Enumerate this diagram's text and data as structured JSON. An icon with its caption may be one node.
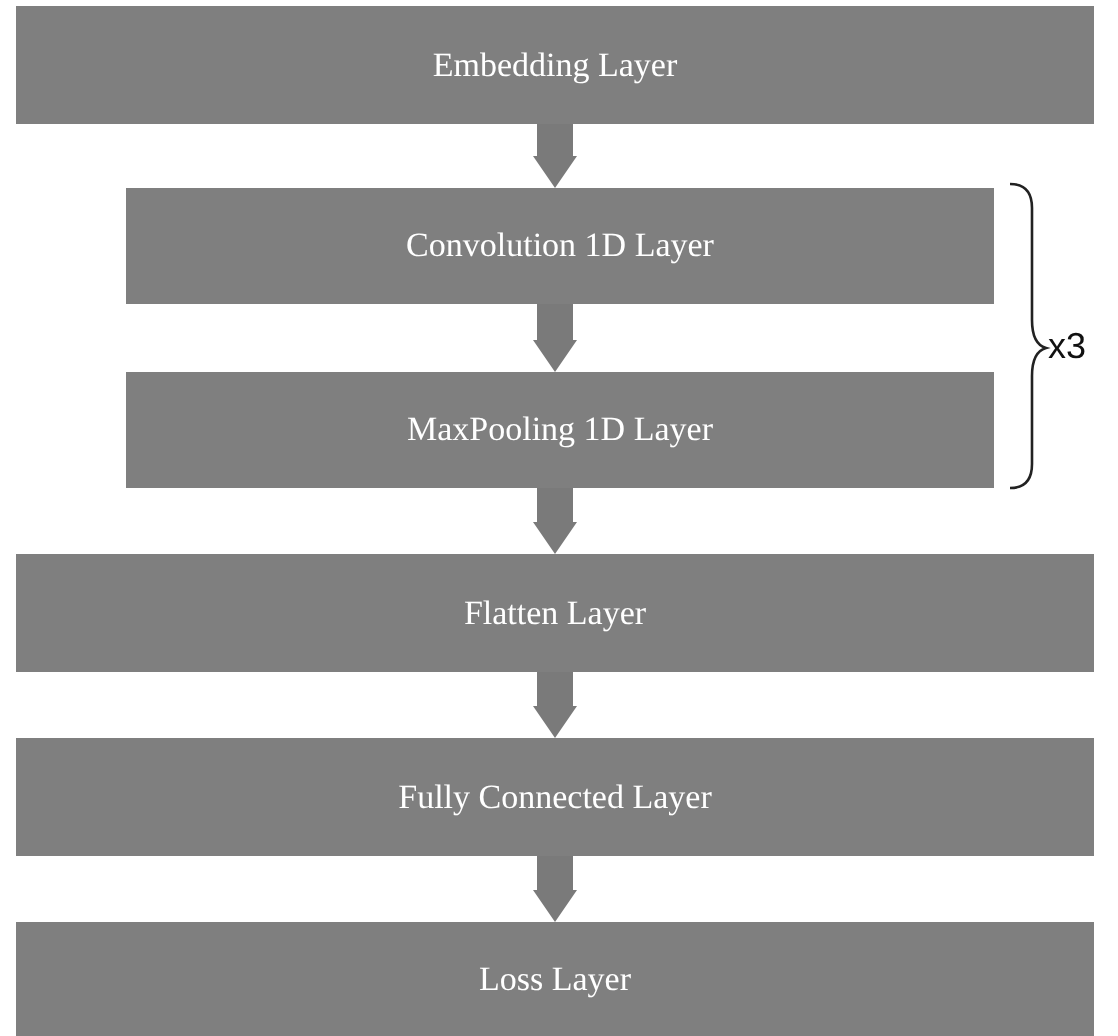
{
  "diagram": {
    "nodes": [
      {
        "text": [
          "Embedding Layer"
        ]
      },
      {
        "text": [
          "Convolution 1D Layer"
        ]
      },
      {
        "text": [
          "MaxPooling 1D Layer"
        ]
      },
      {
        "text": [
          "Flatten Layer"
        ]
      },
      {
        "text": [
          "Fully Connected Layer"
        ]
      },
      {
        "text": [
          "Loss Layer"
        ]
      }
    ],
    "edges": [
      {
        "from": 0,
        "to": 1,
        "arrow": "to"
      },
      {
        "from": 1,
        "to": 2,
        "arrow": "to"
      },
      {
        "from": 2,
        "to": 3,
        "arrow": "to"
      },
      {
        "from": 3,
        "to": 4,
        "arrow": "to"
      },
      {
        "from": 4,
        "to": 5,
        "arrow": "to"
      }
    ],
    "labels": [
      "x3"
    ]
  }
}
